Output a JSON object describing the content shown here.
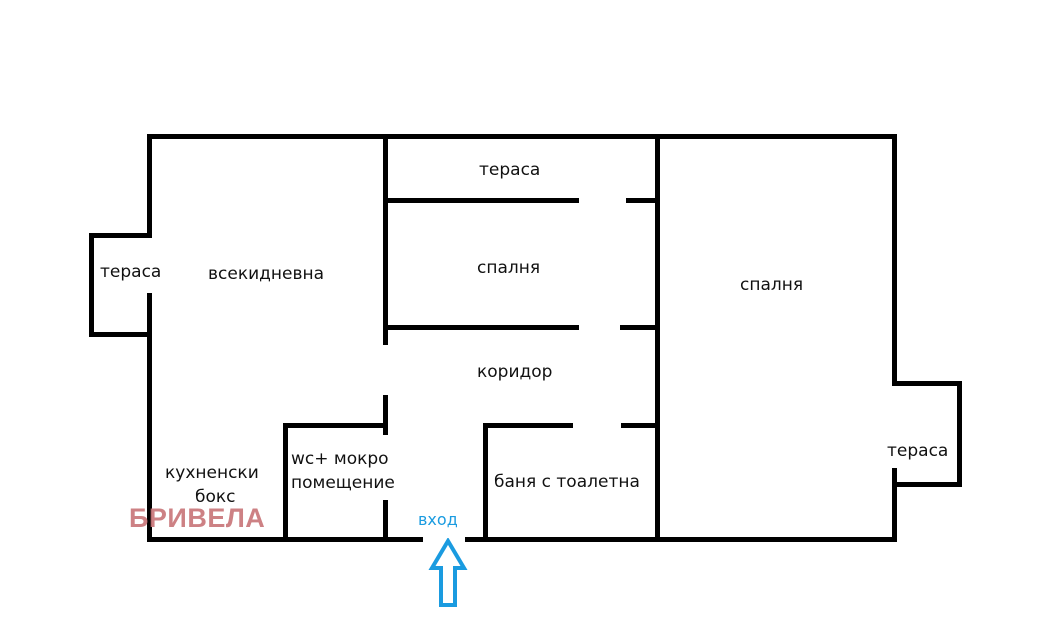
{
  "plan": {
    "rooms": [
      {
        "id": "terrace-left",
        "label": "тераса"
      },
      {
        "id": "living-room",
        "label": "всекидневна"
      },
      {
        "id": "terrace-top",
        "label": "тераса"
      },
      {
        "id": "bedroom-small",
        "label": "спалня"
      },
      {
        "id": "corridor",
        "label": "коридор"
      },
      {
        "id": "bedroom-large",
        "label": "спалня"
      },
      {
        "id": "terrace-right",
        "label": "тераса"
      },
      {
        "id": "kitchen",
        "label_line1": "кухненски",
        "label_line2": "бокс"
      },
      {
        "id": "wc",
        "label_line1": "wc+ мокро",
        "label_line2": "помещение"
      },
      {
        "id": "bathroom",
        "label": "баня с тоалетна"
      }
    ],
    "entrance": {
      "label": "вход",
      "arrow_icon": "arrow-up-outline-icon",
      "color": "#1a9be0"
    },
    "watermark": {
      "text": "БРИВЕЛА",
      "color": "#c9777a"
    },
    "wall_color": "#000000"
  }
}
